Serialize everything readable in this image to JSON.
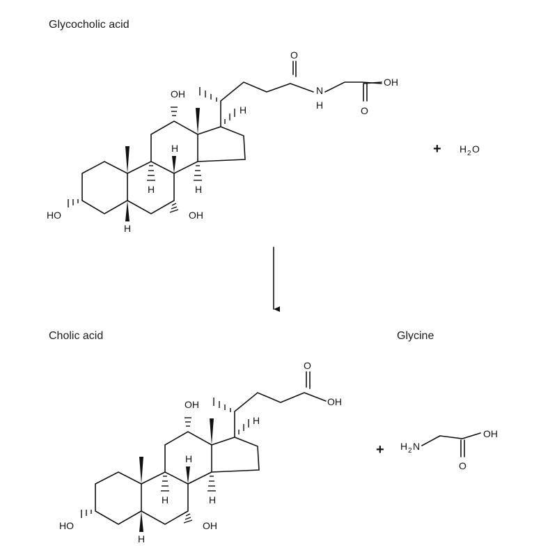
{
  "reactant": {
    "name": "Glycocholic acid",
    "atoms": {
      "oh_ring_a": "HO",
      "oh_c12": "OH",
      "oh_c7": "OH",
      "h_c5": "H",
      "h_c8": "H",
      "h_c9": "H",
      "h_c14": "H",
      "h_c17": "H",
      "amide_o": "O",
      "amide_n": "N",
      "amide_nh": "H",
      "acid_oh": "OH",
      "acid_o": "O"
    }
  },
  "co_reactant": {
    "plus": "+",
    "water_h": "H",
    "water_sub": "2",
    "water_o": "O"
  },
  "product_1": {
    "name": "Cholic acid",
    "atoms": {
      "oh_ring_a": "HO",
      "oh_c12": "OH",
      "oh_c7": "OH",
      "h_c5": "H",
      "h_c8": "H",
      "h_c9": "H",
      "h_c14": "H",
      "h_c17": "H",
      "acid_o": "O",
      "acid_oh": "OH"
    }
  },
  "product_2": {
    "name": "Glycine",
    "plus": "+",
    "atoms": {
      "amine_h": "H",
      "amine_sub": "2",
      "amine_n": "N",
      "acid_oh": "OH",
      "acid_o": "O"
    }
  }
}
